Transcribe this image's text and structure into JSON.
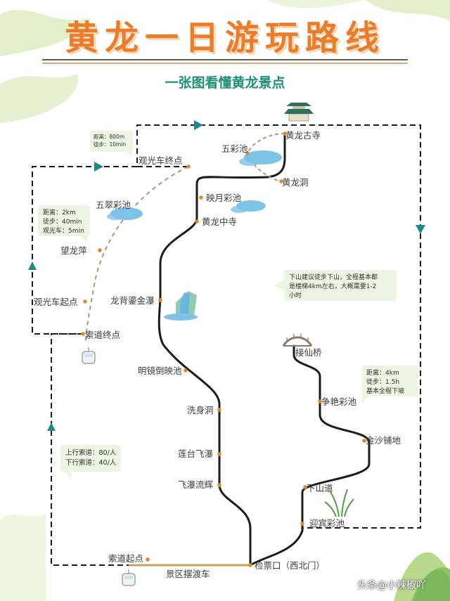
{
  "title": "黄龙一日游玩路线",
  "subtitle": "一张图看懂黄龙景点",
  "spots": {
    "ancient_temple": "黄龙古寺",
    "wucai_pool": "五彩池",
    "huanglong_cave": "黄龙洞",
    "yingyue_pool": "映月彩池",
    "middle_temple": "黄龙中寺",
    "longbei_waterfall": "龙背鎏金瀑",
    "mingjing_pool": "明镜倒映池",
    "xishen_cave": "洗身洞",
    "liantai_waterfall": "莲台飞瀑",
    "feipu_liuhui": "飞瀑流辉",
    "ticket_gate": "检票口（西北门）",
    "sightseeing_terminal": "观光车终点",
    "wucui_pool": "五翠彩池",
    "wanglong_ping": "望龙萍",
    "sightseeing_start": "观光车起点",
    "cableway_end": "索道终点",
    "cableway_start": "索道起点",
    "ferry_bus": "景区摆渡车",
    "jiexian_bridge": "接仙桥",
    "zhengyan_pool": "争艳彩池",
    "jinsha_terrace": "金沙铺地",
    "descent_path": "下山道",
    "yingbin_pool": "迎宾彩池"
  },
  "info_boxes": {
    "top": [
      "距离：800m",
      "徒步：10min"
    ],
    "left": [
      "距离：2km",
      "徒步：40min",
      "观光车：5min"
    ],
    "descent_tip": [
      "下山建议徒步下山，全程基本都",
      "是楼梯4km左右，大概需要1-2",
      "小时"
    ],
    "right": [
      "距离：4km",
      "徒步：1.5h",
      "基本全程下坡"
    ],
    "cable": [
      "上行索道：80/人",
      "下行索道：40/人"
    ]
  },
  "colors": {
    "title": "#ea7c2a",
    "subtitle": "#1f8f77",
    "route": "#1c1c1c",
    "arrow": "#1e8a84",
    "marker": "#e08a2e",
    "water": "#7dc3e8",
    "cableway": "#a69a86",
    "ferry": "#c7a35a",
    "hills": "#d7e9b9",
    "info_bg": "#eef5e4"
  },
  "icons": [
    "temple-icon",
    "cable-car-icon",
    "waterfall-icon",
    "bridge-icon",
    "grass-icon",
    "mountain-icon"
  ],
  "watermark": "头条@小辣椒吖"
}
